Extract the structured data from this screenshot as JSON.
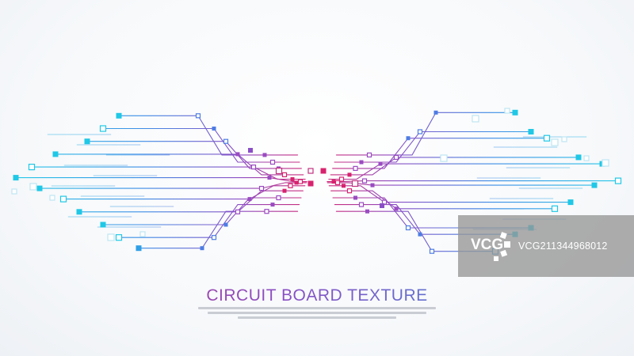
{
  "title": "CIRCUIT BOARD TEXTURE",
  "colors": {
    "accent_pink": "#d6266f",
    "accent_purple": "#8b4fc6",
    "accent_blue": "#3f6fe0",
    "accent_cyan": "#17c6e6",
    "background": "#f5f7fa"
  },
  "watermark": {
    "logo_text": "VCG",
    "id_text": "VCG211344968012"
  }
}
